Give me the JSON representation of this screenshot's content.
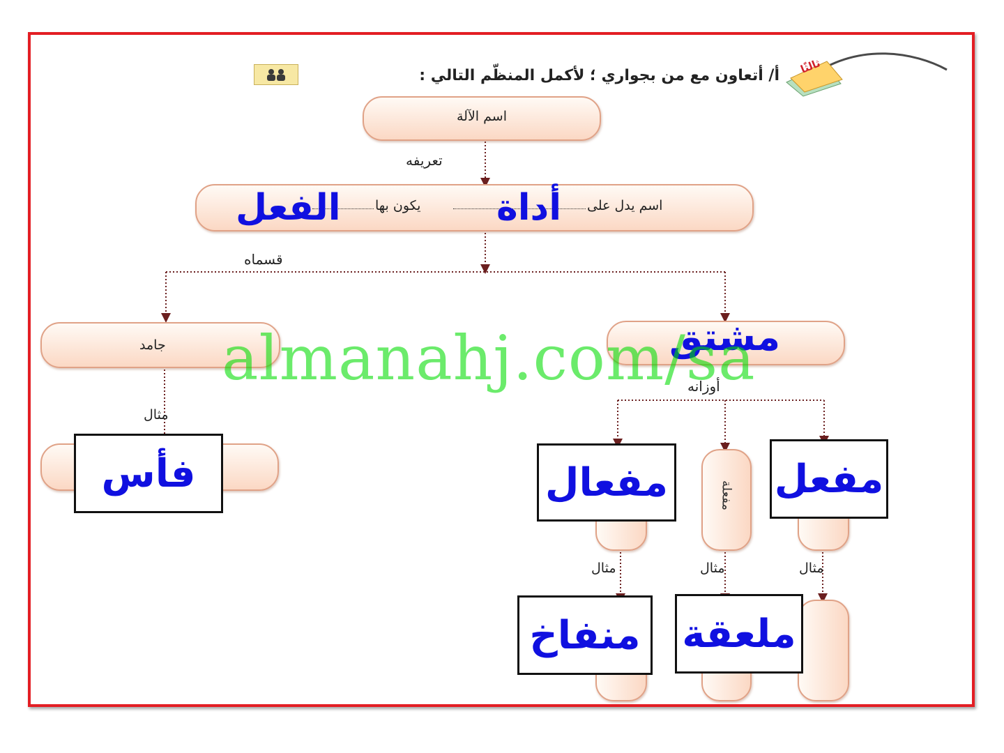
{
  "header": {
    "badge_text": "ثالثًا",
    "title": "أ/ أتعاون مع من بجواري ؛ لأكمل المنظّم التالي :",
    "pair_icon": "two-people-icon"
  },
  "root": {
    "label": "اسم الآلة"
  },
  "edge_definition": "تعريفه",
  "definition": {
    "prefix": "اسم يدل على",
    "answer_tool": "أداة",
    "middle": "يكون بها",
    "answer_action": "الفعل"
  },
  "edge_types": "قسماه",
  "right_branch": {
    "label": "مشتق",
    "edge_forms": "أوزانه",
    "forms": [
      "مفعل",
      "مفعلة",
      "مفعال"
    ],
    "edge_example": "مثال",
    "examples": [
      "ملعقة",
      "منفاخ"
    ]
  },
  "left_branch": {
    "label": "جامد",
    "edge_example": "مثال",
    "example": "فأس"
  },
  "watermark": "almanahj.com/sa",
  "colors": {
    "frame": "#e31e24",
    "answer": "#1010e0",
    "pill_border": "#e0a287",
    "arrow": "#6b1f1f"
  }
}
